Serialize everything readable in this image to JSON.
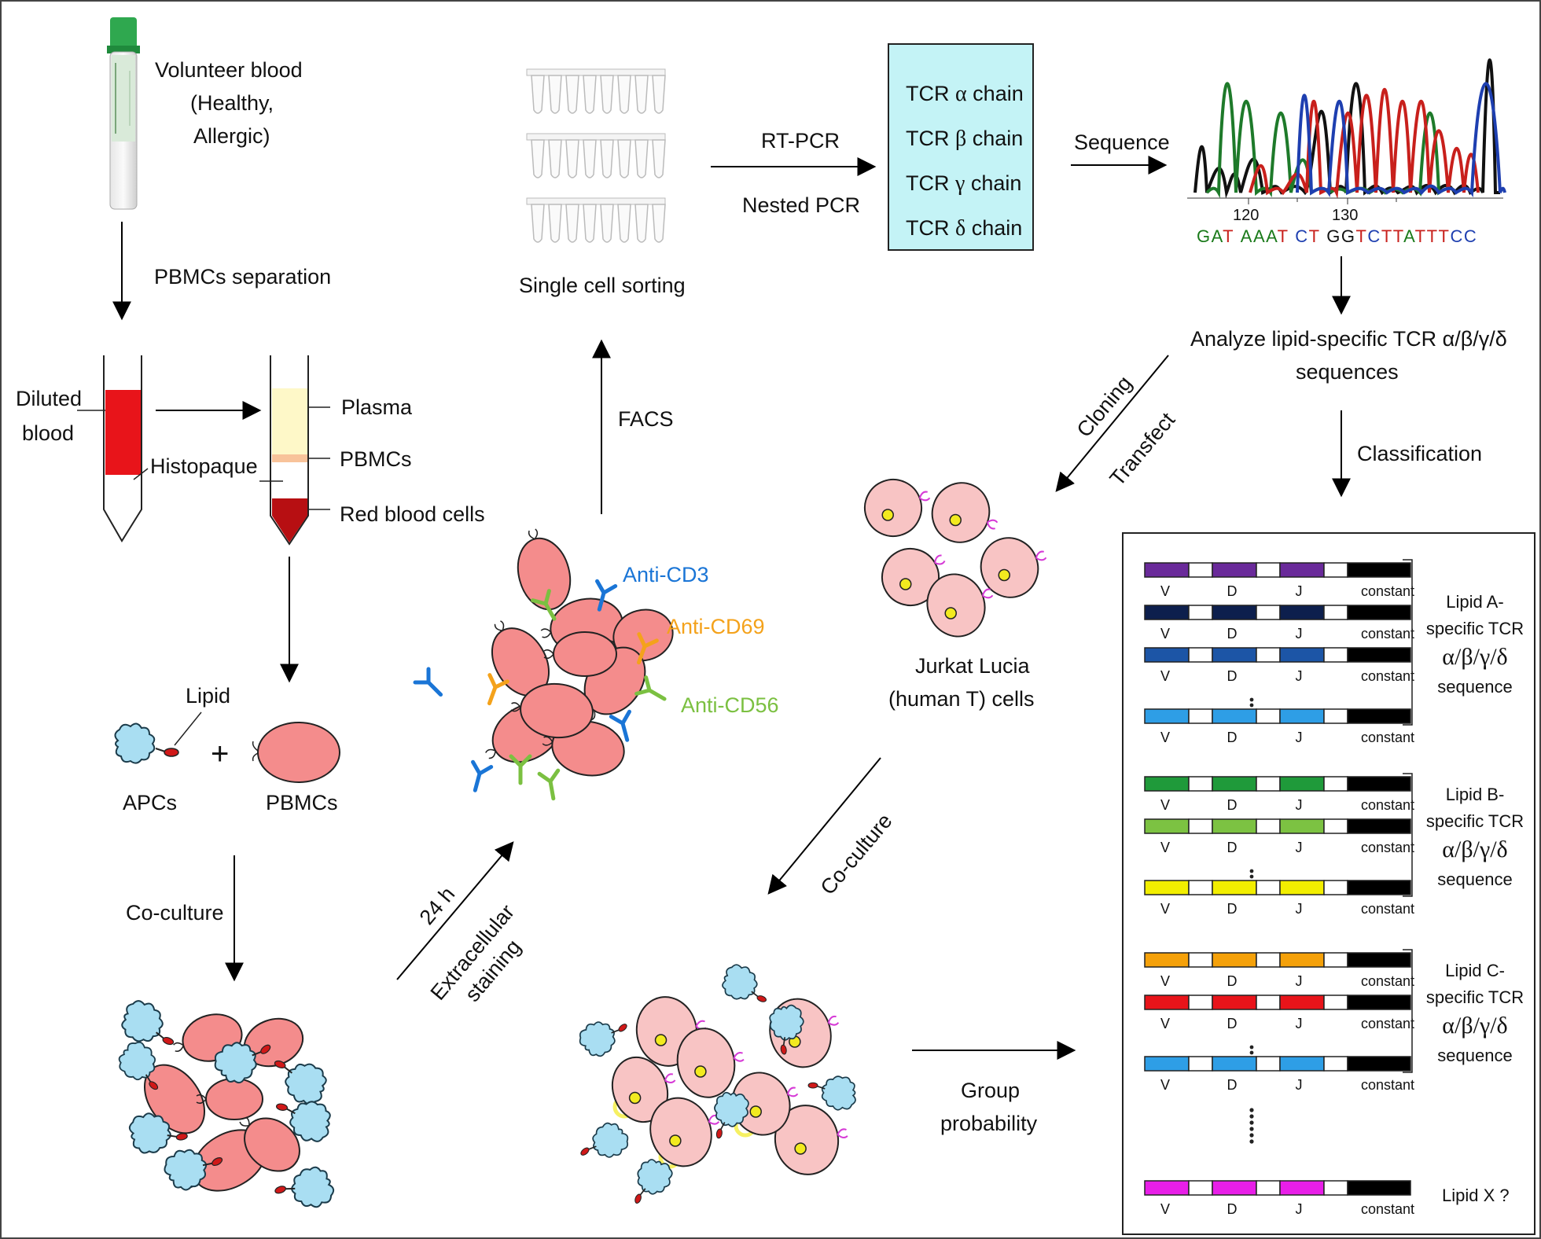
{
  "colors": {
    "cell": "#f48c8c",
    "jurkat": "#f8c4c4",
    "apc": "#a9def2",
    "nucleus": "#f2ea1f",
    "cyan_box": "#c4f3f6",
    "anti_cd3": "#1a75d6",
    "anti_cd69": "#f4a21b",
    "anti_cd56": "#7bc041",
    "receptor": "#d63ad6"
  },
  "labels": {
    "volunteer_blood": [
      "Volunteer blood",
      "(Healthy,",
      "Allergic)"
    ],
    "pbmcs_separation": "PBMCs separation",
    "diluted_blood": [
      "Diluted",
      "blood"
    ],
    "histopaque": "Histopaque",
    "plasma": "Plasma",
    "pbmcs_layer": "PBMCs",
    "red_blood_cells": "Red blood cells",
    "lipid": "Lipid",
    "plus": "+",
    "apcs": "APCs",
    "pbmcs": "PBMCs",
    "co_culture_left": "Co-culture",
    "time_24h": "24 h",
    "extracellular_staining": [
      "Extracellular",
      "staining"
    ],
    "anti_cd3": "Anti-CD3",
    "anti_cd69": "Anti-CD69",
    "anti_cd56": "Anti-CD56",
    "facs": "FACS",
    "single_cell_sorting": "Single cell sorting",
    "rt_pcr": "RT-PCR",
    "nested_pcr": "Nested PCR",
    "sequence": "Sequence",
    "analyze": [
      "Analyze lipid-specific TCR α/β/γ/δ",
      "sequences"
    ],
    "cloning": "Cloning",
    "transfect": "Transfect",
    "jurkat": [
      "Jurkat Lucia",
      "(human T) cells"
    ],
    "co_culture_mid": "Co-culture",
    "group_probability": [
      "Group",
      "probability"
    ],
    "classification": "Classification"
  },
  "tcr_chains": [
    {
      "greek": "α",
      "word": "chain"
    },
    {
      "greek": "β",
      "word": "chain"
    },
    {
      "greek": "γ",
      "word": "chain"
    },
    {
      "greek": "δ",
      "word": "chain"
    }
  ],
  "chromatogram": {
    "tick_labels": [
      "120",
      "130"
    ],
    "bases": [
      {
        "b": "G",
        "c": "#1a7a1a"
      },
      {
        "b": "A",
        "c": "#1a7a1a"
      },
      {
        "b": "T",
        "c": "#c8201c"
      },
      {
        "b": " ",
        "c": "#000"
      },
      {
        "b": "A",
        "c": "#1a7a1a"
      },
      {
        "b": "A",
        "c": "#1a7a1a"
      },
      {
        "b": "A",
        "c": "#1a7a1a"
      },
      {
        "b": "T",
        "c": "#c8201c"
      },
      {
        "b": " ",
        "c": "#000"
      },
      {
        "b": "C",
        "c": "#1e3fb0"
      },
      {
        "b": "T",
        "c": "#c8201c"
      },
      {
        "b": " ",
        "c": "#000"
      },
      {
        "b": "G",
        "c": "#111"
      },
      {
        "b": "G",
        "c": "#111"
      },
      {
        "b": "T",
        "c": "#c8201c"
      },
      {
        "b": "C",
        "c": "#1e3fb0"
      },
      {
        "b": "T",
        "c": "#c8201c"
      },
      {
        "b": "T",
        "c": "#c8201c"
      },
      {
        "b": "A",
        "c": "#1a7a1a"
      },
      {
        "b": "T",
        "c": "#c8201c"
      },
      {
        "b": "T",
        "c": "#c8201c"
      },
      {
        "b": "T",
        "c": "#c8201c"
      },
      {
        "b": "C",
        "c": "#1e3fb0"
      },
      {
        "b": "C",
        "c": "#1e3fb0"
      }
    ]
  },
  "segment_labels": [
    "V",
    "D",
    "J",
    "constant"
  ],
  "tcr_groups": [
    {
      "name": [
        "Lipid A-",
        "specific TCR",
        "α/β/γ/δ",
        "sequence"
      ],
      "rows": [
        {
          "color": "#6a2a9a",
          "dots_after": false
        },
        {
          "color": "#0d1f4d",
          "dots_after": false
        },
        {
          "color": "#1c55a6",
          "dots_after": true
        },
        {
          "color": "#2e9ee6",
          "dots_after": false
        }
      ]
    },
    {
      "name": [
        "Lipid B-",
        "specific TCR",
        "α/β/γ/δ",
        "sequence"
      ],
      "rows": [
        {
          "color": "#1f9a3a",
          "dots_after": false
        },
        {
          "color": "#7cc242",
          "dots_after": true
        },
        {
          "color": "#f2ee00",
          "dots_after": false
        }
      ]
    },
    {
      "name": [
        "Lipid C-",
        "specific TCR",
        "α/β/γ/δ",
        "sequence"
      ],
      "rows": [
        {
          "color": "#f5a10a",
          "dots_after": false
        },
        {
          "color": "#e8141a",
          "dots_after": true
        },
        {
          "color": "#2e9ee6",
          "dots_after": false
        }
      ]
    }
  ],
  "lipid_x": {
    "label": "Lipid X ?",
    "color": "#e81ee8"
  }
}
